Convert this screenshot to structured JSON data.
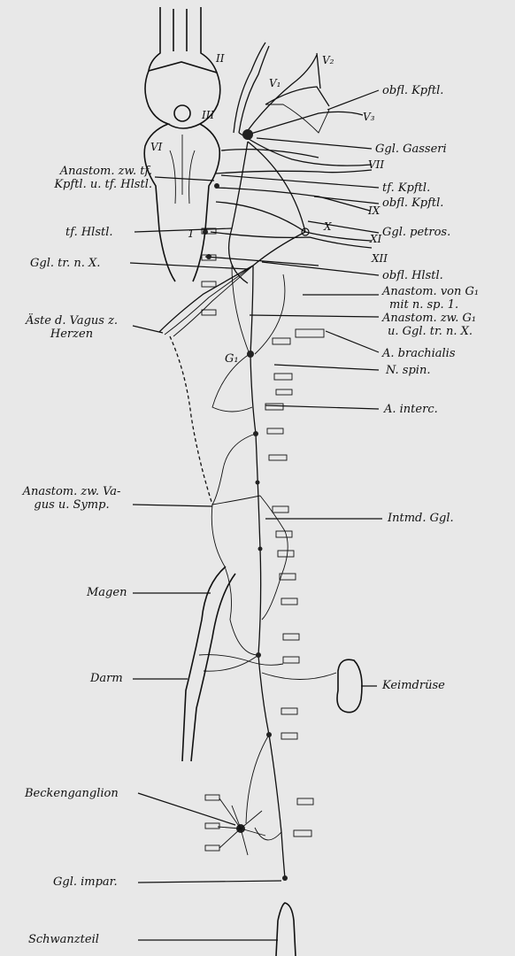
{
  "labels": {
    "obfl_kpftl_top": "obfl. Kpftl.",
    "ggl_gasseri": "Ggl. Gasseri",
    "anastom_kpftl_1": "Anastom. zw. tf.",
    "anastom_kpftl_2": "Kpftl. u. tf. Hlstl.",
    "tf_kpftl": "tf. Kpftl.",
    "obfl_kpftl_2": "obfl. Kpftl.",
    "tf_hlstl": "tf. Hlstl.",
    "ggl_petros": "Ggl. petros.",
    "ggl_tr_n_x": "Ggl. tr. n. X.",
    "obfl_hlstl": "obfl. Hlstl.",
    "anastom_von_g1_1": "Anastom. von G₁",
    "anastom_von_g1_2": "mit n. sp. 1.",
    "aeste_vagus_1": "Äste d. Vagus z.",
    "aeste_vagus_2": "Herzen",
    "anastom_zw_g1_1": "Anastom. zw. G₁",
    "anastom_zw_g1_2": "u. Ggl. tr. n. X.",
    "g1": "G₁",
    "a_brachialis": "A. brachialis",
    "n_spin": "N. spin.",
    "a_interc": "A. interc.",
    "anastom_vagus_symp_1": "Anastom. zw. Va-",
    "anastom_vagus_symp_2": "gus u. Symp.",
    "intmd_ggl": "Intmd. Ggl.",
    "magen": "Magen",
    "darm": "Darm",
    "keimdruese": "Keimdrüse",
    "beckenganglion": "Beckenganglion",
    "ggl_impar": "Ggl. impar.",
    "schwanzteil": "Schwanzteil"
  },
  "roman_numerals": {
    "II": "II",
    "III": "III",
    "VI": "VI",
    "V1": "V₁",
    "V2": "V₂",
    "V3": "V₃",
    "VII": "VII",
    "IX": "IX",
    "X": "X",
    "XI": "XI",
    "XII": "XII",
    "one": "1"
  }
}
